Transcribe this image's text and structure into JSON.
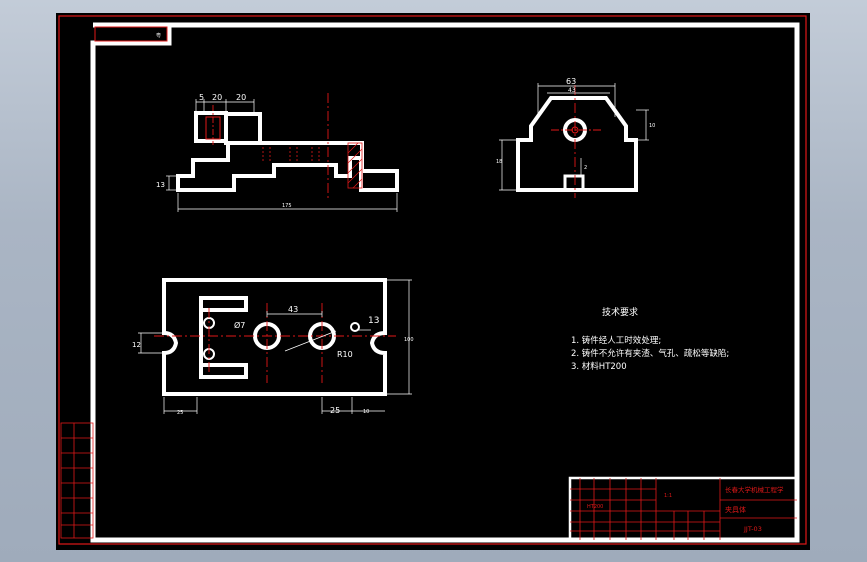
{
  "colors": {
    "background": "#000000",
    "part_line": "#ffffff",
    "frame": "#e01818",
    "center_line": "#e01818",
    "dimension": "#ffffff",
    "hatch": "#e01818",
    "window_chrome": "#b4bfcc"
  },
  "front_view": {
    "dim_top": [
      "5",
      "20",
      "20"
    ],
    "dim_left": "13",
    "dim_bottom": "175"
  },
  "side_view": {
    "dim_top_outer": "63",
    "dim_top_inner": "43",
    "dim_left": "18",
    "dim_right": "10",
    "dim_center": "2"
  },
  "plan_view": {
    "dim_left": "12",
    "dim_right": "13",
    "dim_far_right": "100",
    "dim_between_holes": "43",
    "dim_bottom_left": "25",
    "dim_bottom_center": "25",
    "dim_bottom_right": "10",
    "radius_small": "Ø7",
    "radius_large": "R10"
  },
  "tech": {
    "title": "技术要求",
    "items": [
      "1. 铸件经人工时效处理;",
      "2. 铸件不允许有夹渣、气孔、疏松等缺陷;",
      "3. 材料HT200"
    ]
  },
  "title_block": {
    "school": "长春大学机械工程学",
    "part_name": "夹具体",
    "drawing_no": "JJT-03",
    "scale_label": "1:1",
    "material": "HT200"
  }
}
